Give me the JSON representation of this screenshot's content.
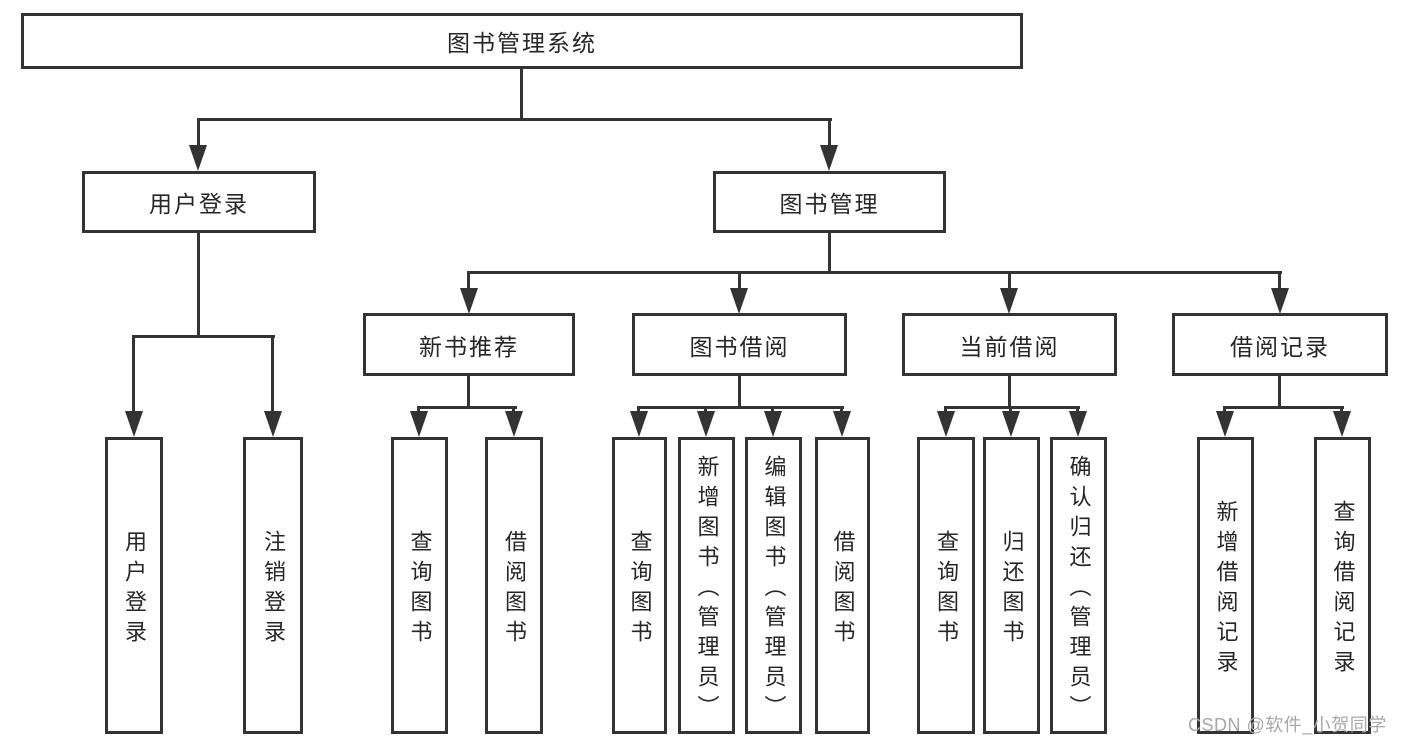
{
  "tree": {
    "root": {
      "label": "图书管理系统"
    },
    "level2": [
      {
        "label": "用户登录",
        "children": [
          {
            "label": "用户登录"
          },
          {
            "label": "注销登录"
          }
        ]
      },
      {
        "label": "图书管理",
        "children": [
          {
            "label": "新书推荐",
            "children": [
              {
                "label": "查询图书"
              },
              {
                "label": "借阅图书"
              }
            ]
          },
          {
            "label": "图书借阅",
            "children": [
              {
                "label": "查询图书"
              },
              {
                "label": "新增图书（管理员）"
              },
              {
                "label": "编辑图书（管理员）"
              },
              {
                "label": "借阅图书"
              }
            ]
          },
          {
            "label": "当前借阅",
            "children": [
              {
                "label": "查询图书"
              },
              {
                "label": "归还图书"
              },
              {
                "label": "确认归还（管理员）"
              }
            ]
          },
          {
            "label": "借阅记录",
            "children": [
              {
                "label": "新增借阅记录"
              },
              {
                "label": "查询借阅记录"
              }
            ]
          }
        ]
      }
    ]
  },
  "watermark": {
    "text": "CSDN @软件_小贺同学"
  },
  "colors": {
    "line": "#333333",
    "text": "#262626",
    "watermark": "#a8a8a8",
    "background": "#ffffff"
  }
}
